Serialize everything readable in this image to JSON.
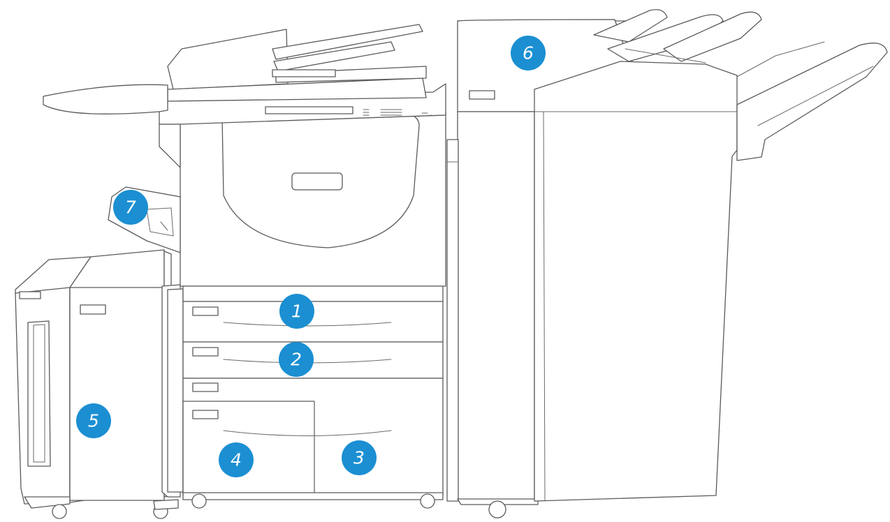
{
  "diagram": {
    "callouts": [
      {
        "id": "tray-1",
        "label": "1"
      },
      {
        "id": "tray-2",
        "label": "2"
      },
      {
        "id": "tray-3",
        "label": "3"
      },
      {
        "id": "tray-4",
        "label": "4"
      },
      {
        "id": "high-capacity-feeder",
        "label": "5"
      },
      {
        "id": "finisher",
        "label": "6"
      },
      {
        "id": "bypass-tray",
        "label": "7"
      }
    ],
    "colors": {
      "callout_fill": "#1b8fd2",
      "callout_text": "#ffffff",
      "line": "#5a5a5a"
    }
  }
}
